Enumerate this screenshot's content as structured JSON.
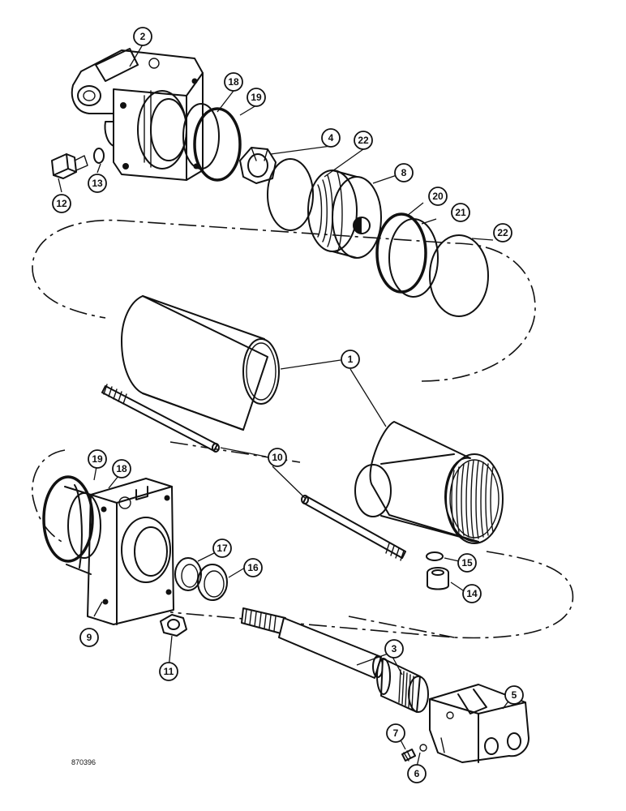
{
  "figure_number": "870396",
  "callouts": {
    "c1": "1",
    "c2": "2",
    "c3": "3",
    "c4": "4",
    "c5": "5",
    "c6": "6",
    "c7": "7",
    "c8": "8",
    "c9": "9",
    "c10": "10",
    "c11": "11",
    "c12": "12",
    "c13": "13",
    "c14": "14",
    "c15": "15",
    "c16": "16",
    "c17": "17",
    "c18_top": "18",
    "c19_top": "19",
    "c18_bottom": "18",
    "c19_bottom": "19",
    "c20": "20",
    "c21": "21",
    "c22_left": "22",
    "c22_right": "22"
  }
}
